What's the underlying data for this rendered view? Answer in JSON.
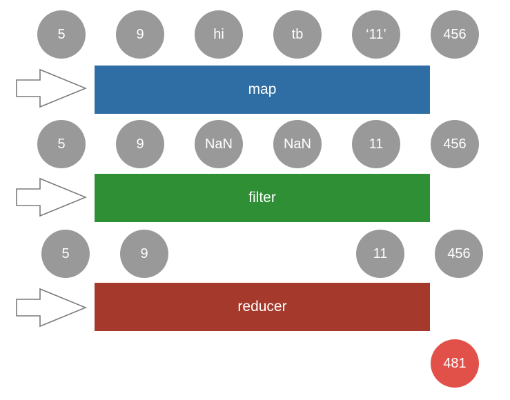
{
  "stages": [
    {
      "name": "map",
      "label": "map",
      "color": "#2f6ea5",
      "input": [
        "5",
        "9",
        "hi",
        "tb",
        "‘11’",
        "456"
      ]
    },
    {
      "name": "filter",
      "label": "filter",
      "color": "#2f8f35",
      "input": [
        "5",
        "9",
        "NaN",
        "NaN",
        "11",
        "456"
      ]
    },
    {
      "name": "reducer",
      "label": "reducer",
      "color": "#a5392b",
      "input": [
        "5",
        "9",
        "11",
        "456"
      ]
    }
  ],
  "result": {
    "value": "481",
    "color": "#e2504a"
  },
  "node_color": "#999999",
  "arrow_icon": "hollow-right-arrow-icon"
}
